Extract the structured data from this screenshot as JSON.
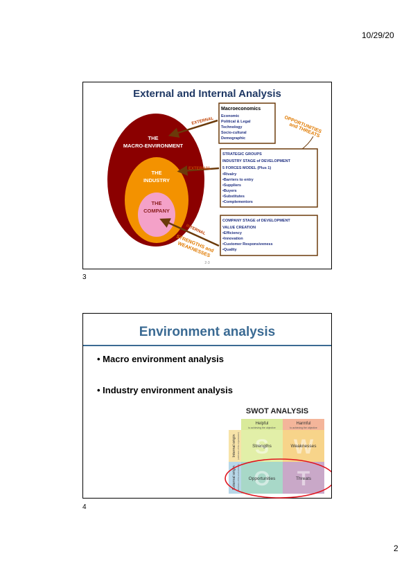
{
  "header": {
    "date": "10/29/20"
  },
  "footer": {
    "page_number": "2"
  },
  "slide1": {
    "number": "3",
    "title": "External and Internal Analysis",
    "circles": {
      "macro": [
        "THE",
        "MACRO-ENVIRONMENT"
      ],
      "industry": [
        "THE",
        "INDUSTRY"
      ],
      "company": [
        "THE",
        "COMPANY"
      ]
    },
    "arrow_labels": {
      "external1": "EXTERNAL",
      "external2": "EXTERNAL",
      "internal": "INTERNAL"
    },
    "macro_box": {
      "heading": "Macroeconomics",
      "items": [
        "Economic",
        "Political & Legal",
        "Technology",
        "Socio-cultural",
        "Demographic"
      ]
    },
    "opportunities": [
      "OPPORTUNITIES",
      "and THREATS"
    ],
    "industry_box": {
      "lines": [
        "STRATEGIC GROUPS",
        "INDUSTRY STAGE of DEVELOPMENT",
        "5 FORCES MODEL (Plus 1)"
      ],
      "items": [
        "•Rivalry",
        "•Barriers to entry",
        "•Suppliers",
        "•Buyers",
        "•Substitutes",
        "•Complementors"
      ]
    },
    "company_box": {
      "lines": [
        "COMPANY STAGE of DEVELOPMENT",
        "VALUE CREATION"
      ],
      "items": [
        "•Efficiency",
        "•Innovation",
        "•Customer Responsiveness",
        "•Quality"
      ]
    },
    "strengths": [
      "STRENGTHS and",
      "WEAKNESSES"
    ],
    "footer_code": "2-3"
  },
  "slide2": {
    "number": "4",
    "title": "Environment analysis",
    "bullets": [
      "Macro environment analysis",
      "Industry environment analysis"
    ],
    "swot": {
      "title": "SWOT ANALYSIS",
      "helpful": "Helpful",
      "helpful_sub": "to achieving the objective",
      "harmful": "Harmful",
      "harmful_sub": "to achieving the objective",
      "internal": "Internal origin",
      "internal_sub": "(attributes of the organization)",
      "external": "External origin",
      "external_sub": "(attributes of the environment)",
      "strengths": "Strengths",
      "weaknesses": "Weaknesses",
      "opportunities": "Opportunities",
      "threats": "Threats",
      "letters": [
        "S",
        "W",
        "O",
        "T"
      ]
    },
    "colors": {
      "title": "#3a6a93",
      "divider": "#3a6a93"
    }
  }
}
